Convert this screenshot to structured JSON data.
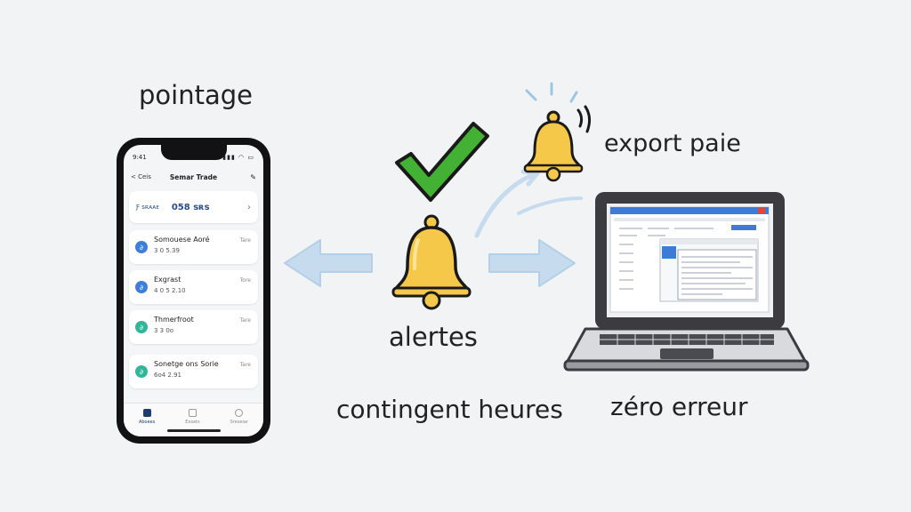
{
  "labels": {
    "pointage": "pointage",
    "export_paie": "export paie",
    "alertes": "alertes",
    "contingent_heures": "contingent heures",
    "zero_erreur": "zéro erreur"
  },
  "phone": {
    "status_time": "9:41",
    "status_icons": "▮▮▮ ◠ ▭",
    "back_label": "< Ceis",
    "title": "Semar Trade",
    "summary_label": "Ƒ ꜱʀᴀᴀᴇ",
    "summary_value": "058 ꜱʀꜱ",
    "entries": [
      {
        "name": "Somouese Aoré",
        "time": "3 0 5.39",
        "tag": "Tare",
        "color": "#3d7fd6"
      },
      {
        "name": "Exgrast",
        "time": "4 0 5 2.10",
        "tag": "Tore",
        "color": "#3d7fd6"
      },
      {
        "name": "Thmerfroot",
        "time": "3 3 0o",
        "tag": "Tare",
        "color": "#34b59a"
      },
      {
        "name": "Sonetge ons Sorie",
        "time": "6o4 2.91",
        "tag": "Tare",
        "color": "#34b59a"
      }
    ],
    "tabs": [
      {
        "label": "Aboees"
      },
      {
        "label": "Eosets"
      },
      {
        "label": "Sreseiar"
      }
    ]
  },
  "colors": {
    "check": "#43b133",
    "bell": "#f6c84a",
    "arrow": "#bcd6ea",
    "screen_header": "#3e7bd6"
  }
}
